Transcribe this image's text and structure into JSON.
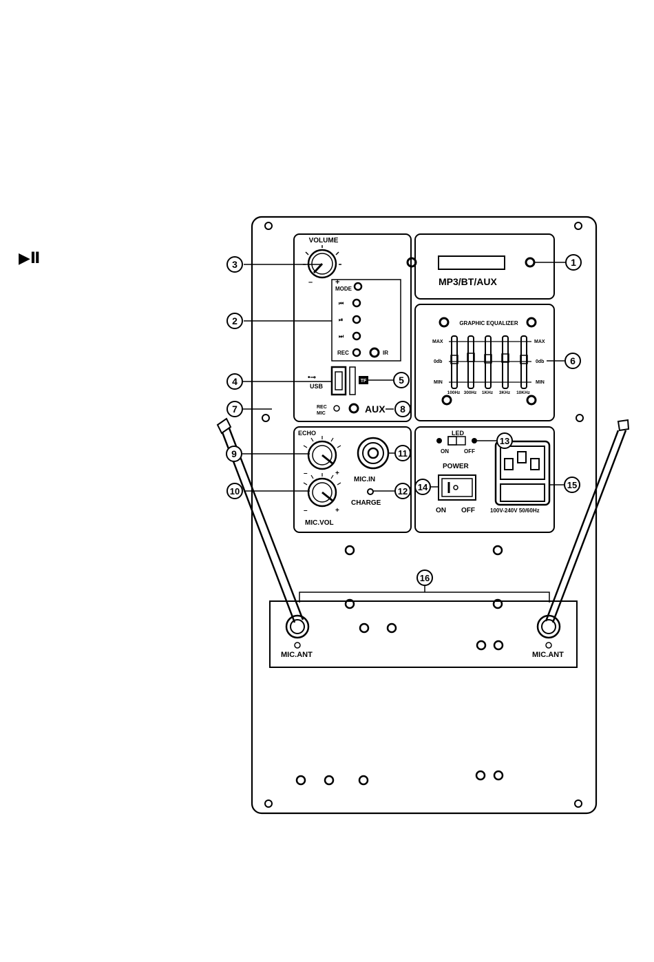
{
  "side_icon": {
    "glyph": "▶Ⅱ",
    "name": "play-pause-icon"
  },
  "panel": {
    "volume_label": "VOLUME",
    "volume_minus": "–",
    "volume_plus": "+",
    "display_label": "MP3/BT/AUX",
    "controls": {
      "mode": "MODE",
      "rec": "REC",
      "ir": "IR"
    },
    "usb_label": "USB",
    "tf_label": "TF",
    "rec_mic_label": [
      "REC",
      "MIC"
    ],
    "aux_label": "AUX",
    "equalizer": {
      "title": "GRAPHIC EQUALIZER",
      "max_label": "MAX",
      "zero_label": "0db",
      "min_label": "MIN",
      "bands": [
        "100Hz",
        "300Hz",
        "1KHz",
        "3KHz",
        "10KHz"
      ]
    },
    "echo_label": "ECHO",
    "mic_vol_label": "MIC.VOL",
    "knob_minus": "–",
    "knob_plus": "+",
    "mic_in_label": "MIC.IN",
    "charge_label": "CHARGE",
    "led_label": "LED",
    "led_on": "ON",
    "led_off": "OFF",
    "power_label": "POWER",
    "power_on": "ON",
    "power_off": "OFF",
    "power_rating": "100V-240V 50/60Hz",
    "mic_ant_left": "MIC.ANT",
    "mic_ant_right": "MIC.ANT"
  },
  "callouts": [
    "1",
    "2",
    "3",
    "4",
    "5",
    "6",
    "7",
    "8",
    "9",
    "10",
    "11",
    "12",
    "13",
    "14",
    "15",
    "16"
  ]
}
